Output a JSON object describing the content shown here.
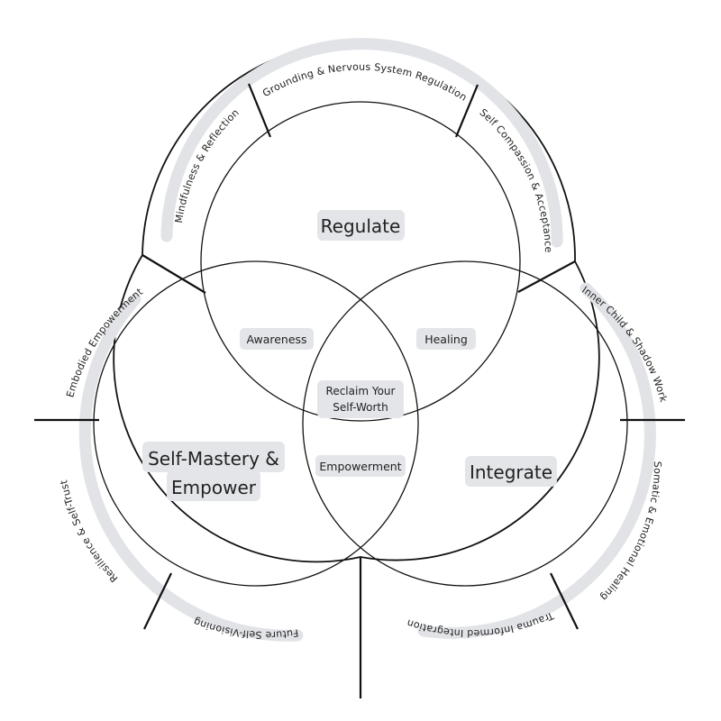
{
  "main_labels": {
    "regulate": "Regulate",
    "integrate": "Integrate",
    "empower_line1": "Self-Mastery &",
    "empower_line2": "Empower"
  },
  "overlap_labels": {
    "awareness": "Awareness",
    "healing": "Healing",
    "empowerment": "Empowerment",
    "center_line1": "Reclaim Your",
    "center_line2": "Self-Worth"
  },
  "ring_labels": {
    "top": [
      "Mindfulness & Reflection",
      "Grounding & Nervous System Regulation",
      "Self Compassion & Acceptance"
    ],
    "right": [
      "Inner Child & Shadow Work",
      "Somatic & Emotional Healing",
      "Trauma Informed Integration"
    ],
    "left": [
      "Embodied Empowerment",
      "Resilience & Self-Trust",
      "Future Self-Visioning"
    ]
  },
  "colors": {
    "band": "#e1e3e7",
    "label_box": "#e3e5e9",
    "stroke": "#111111"
  }
}
